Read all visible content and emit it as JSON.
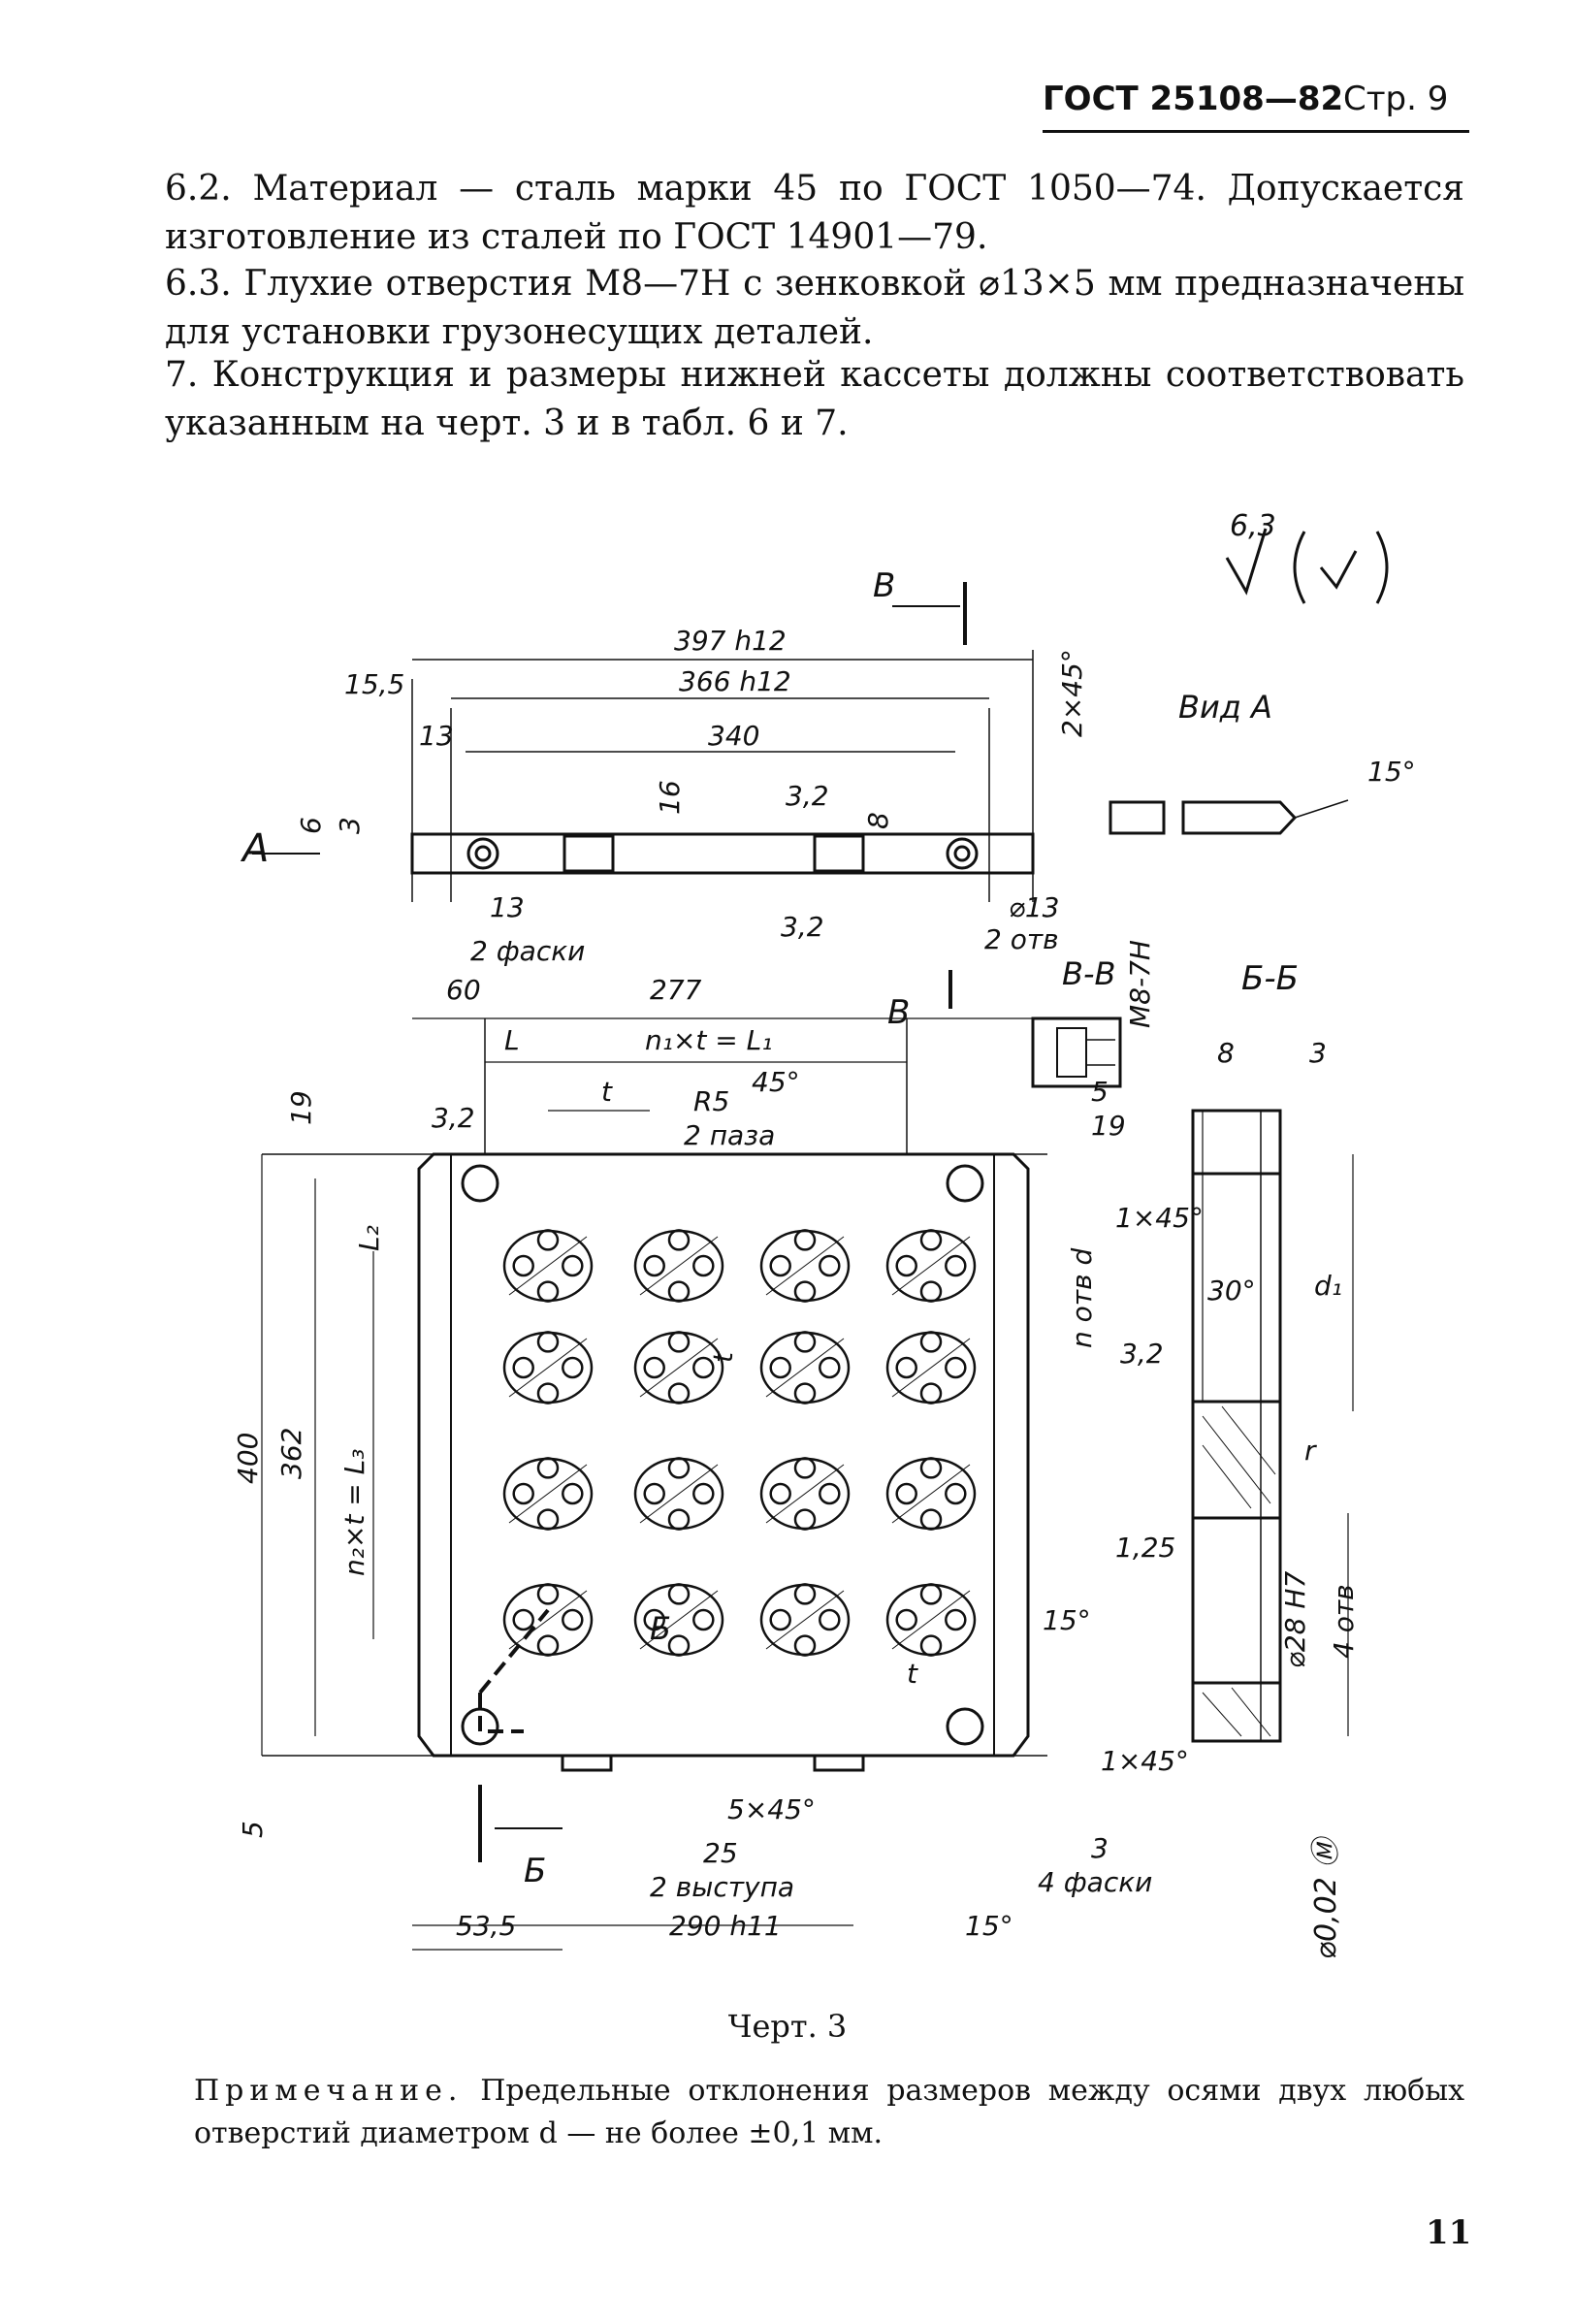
{
  "header": {
    "standard": "ГОСТ 25108—82",
    "page": "Стр. 9"
  },
  "paragraphs": {
    "p1": "6.2. Материал — сталь марки 45 по ГОСТ 1050—74. Допускается изготовление из сталей по ГОСТ 14901—79.",
    "p2": "6.3. Глухие отверстия М8—7Н с зенковкой ⌀13×5 мм предназначены для установки грузонесущих деталей.",
    "p3": "7. Конструкция и размеры нижней кассеты должны соответствовать указанным на черт. 3 и в табл. 6 и 7."
  },
  "drawing": {
    "roughness": {
      "value": "6,3",
      "mark": "(√)"
    },
    "top_view": {
      "dims": [
        "397 h12",
        "366 h12",
        "340",
        "15,5",
        "13",
        "2×45°",
        "6",
        "3",
        "16",
        "8",
        "3,2",
        "13",
        "⌀13",
        "2 отв",
        "2 фаски"
      ],
      "section_B": "В",
      "view_A_label": "A"
    },
    "view_A": {
      "title": "Вид A",
      "angle": "15°"
    },
    "section_VV": {
      "title": "В-В",
      "thread": "М8-7Н",
      "dims": [
        "5",
        "19"
      ]
    },
    "section_BB": {
      "title": "Б-Б",
      "dims": [
        "8",
        "3",
        "1×45°",
        "30°",
        "d₁",
        "n отв d",
        "3,2",
        "r",
        "1,25",
        "15°",
        "⌀28 H7",
        "4 отв",
        "1×45°"
      ],
      "tolerance": "⌀0,02 Ⓜ"
    },
    "plan": {
      "dims": [
        "60",
        "277",
        "L",
        "n₁×t = L₁",
        "t",
        "R5",
        "2 паза",
        "45°",
        "3,2",
        "19",
        "400",
        "362",
        "L₂",
        "n₂×t = L₃",
        "t",
        "Б",
        "5",
        "5×45°",
        "25",
        "2 выступа",
        "290 h11",
        "53,5",
        "3",
        "4 фаски",
        "15°"
      ],
      "section_B": "В",
      "section_Б": "Б"
    }
  },
  "caption": "Черт. 3",
  "note": {
    "label": "Примечание.",
    "text": "Предельные отклонения размеров между осями двух любых отверстий диаметром d — не более ±0,1 мм."
  },
  "page_number": "11"
}
